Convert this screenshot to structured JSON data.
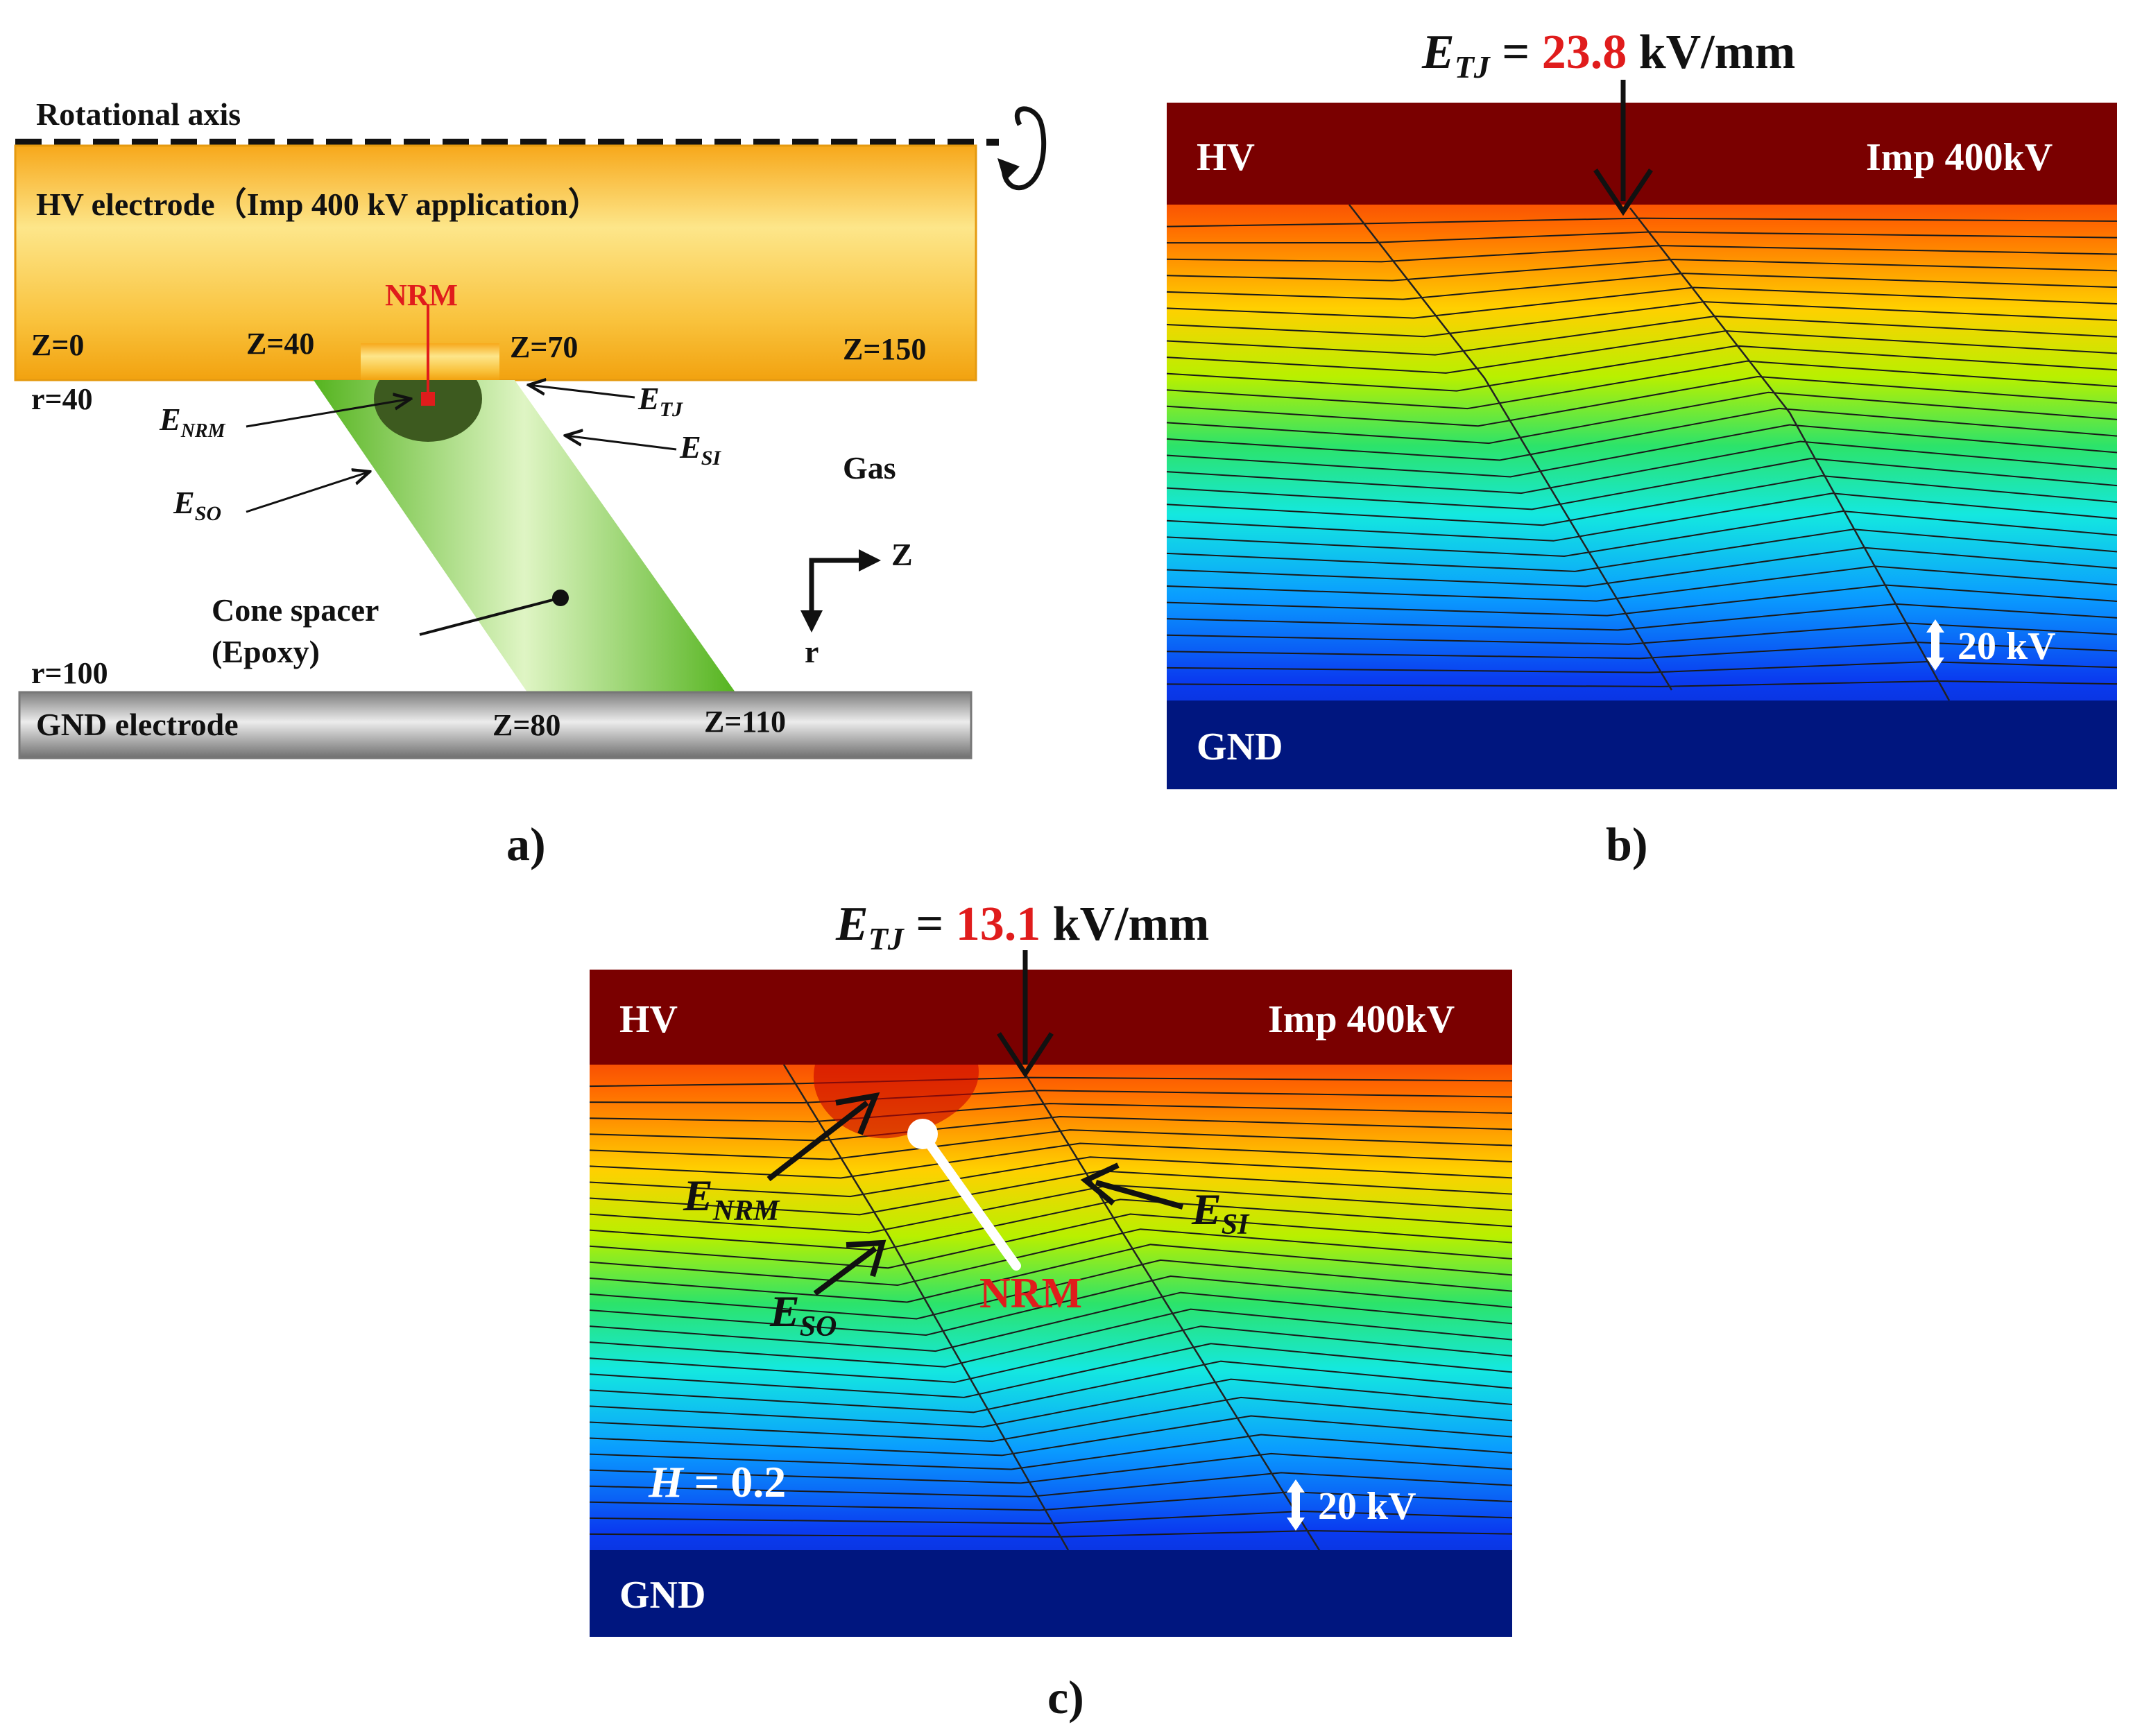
{
  "panel_a": {
    "rotational_axis_label": "Rotational axis",
    "hv_electrode_label": "HV electrode（Imp 400 kV application）",
    "nrm_label": "NRM",
    "z0_label": "Z=0",
    "z40_label": "Z=40",
    "z70_label": "Z=70",
    "z150_label": "Z=150",
    "r40_label": "r=40",
    "r100_label": "r=100",
    "z80_label": "Z=80",
    "z110_label": "Z=110",
    "gnd_electrode_label": "GND electrode",
    "gas_label": "Gas",
    "spacer_label_line1": "Cone spacer",
    "spacer_label_line2": "(Epoxy)",
    "axis_z_label": "Z",
    "axis_r_label": "r",
    "e_tj": {
      "main": "E",
      "sub": "TJ"
    },
    "e_si": {
      "main": "E",
      "sub": "SI"
    },
    "e_nrm": {
      "main": "E",
      "sub": "NRM"
    },
    "e_so": {
      "main": "E",
      "sub": "SO"
    },
    "caption": "a)"
  },
  "panel_b": {
    "etj_prefix": "E",
    "etj_sub": "TJ",
    "etj_eq": " = ",
    "etj_value": "23.8",
    "etj_unit": " kV/mm",
    "hv_label": "HV",
    "imp_label": "Imp 400kV",
    "gnd_label": "GND",
    "scale_label": "20 kV",
    "caption": "b)"
  },
  "panel_c": {
    "etj_prefix": "E",
    "etj_sub": "TJ",
    "etj_eq": " = ",
    "etj_value": "13.1",
    "etj_unit": " kV/mm",
    "hv_label": "HV",
    "imp_label": "Imp 400kV",
    "gnd_label": "GND",
    "scale_label": "20 kV",
    "h_label": {
      "main": "H",
      "rest": " = 0.2"
    },
    "nrm_label": "NRM",
    "e_nrm": {
      "main": "E",
      "sub": "NRM"
    },
    "e_so": {
      "main": "E",
      "sub": "SO"
    },
    "e_si": {
      "main": "E",
      "sub": "SI"
    },
    "caption": "c)"
  },
  "colors": {
    "hv_band": "#7a0000",
    "gnd_band": "#00167f",
    "value_red": "#e01c1c",
    "electrode_gold": "#f5b523",
    "spacer_green": "#7fcf3a",
    "nrm_dark": "#3d5a1f"
  }
}
